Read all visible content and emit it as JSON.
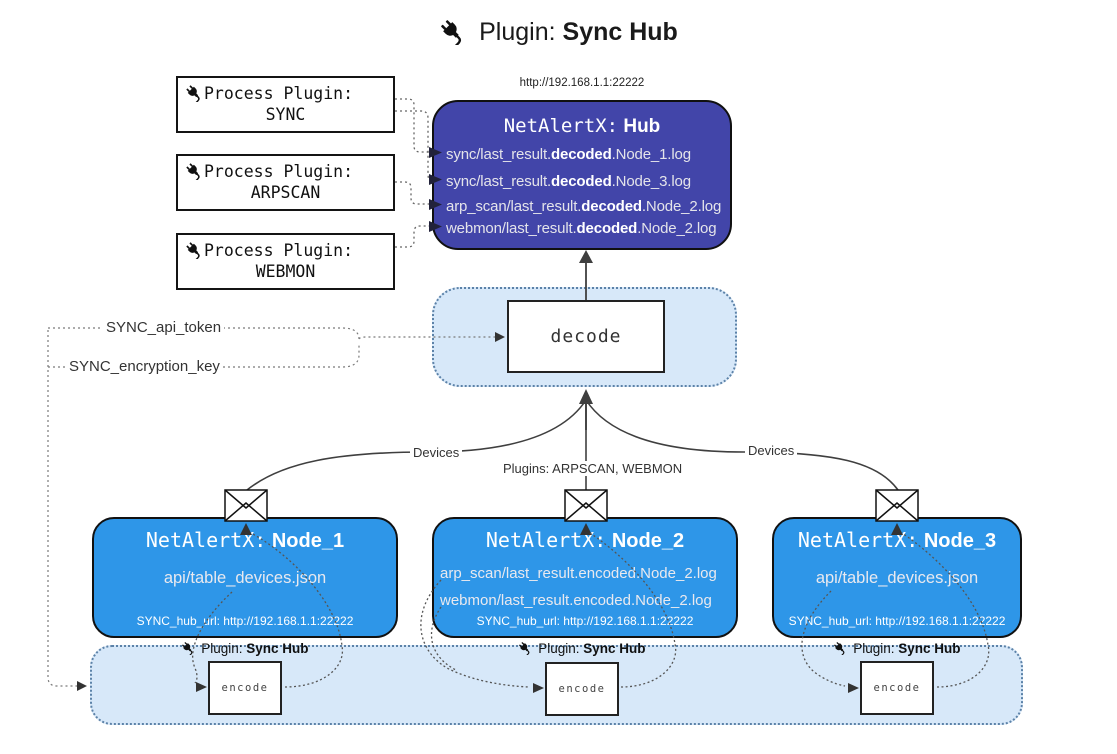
{
  "title": {
    "label": "Plugin:",
    "name": "Sync Hub"
  },
  "hub": {
    "url": "http://192.168.1.1:22222",
    "title_label": "NetAlertX:",
    "title_name": "Hub",
    "files": [
      {
        "pre": "sync/last_result.",
        "bold": "decoded",
        "post": ".Node_1.log"
      },
      {
        "pre": "sync/last_result.",
        "bold": "decoded",
        "post": ".Node_3.log"
      },
      {
        "pre": "arp_scan/last_result.",
        "bold": "decoded",
        "post": ".Node_2.log"
      },
      {
        "pre": "webmon/last_result.",
        "bold": "decoded",
        "post": ".Node_2.log"
      }
    ]
  },
  "process_plugins": [
    {
      "label": "Process Plugin:",
      "name": "SYNC"
    },
    {
      "label": "Process Plugin:",
      "name": "ARPSCAN"
    },
    {
      "label": "Process Plugin:",
      "name": "WEBMON"
    }
  ],
  "decode_box": {
    "label": "decode"
  },
  "settings": {
    "api_token": "SYNC_api_token",
    "encryption_key": "SYNC_encryption_key"
  },
  "edge_labels": {
    "devices_left": "Devices",
    "plugins_mid": "Plugins: ARPSCAN, WEBMON",
    "devices_right": "Devices"
  },
  "nodes": [
    {
      "title_label": "NetAlertX:",
      "title_name": "Node_1",
      "files": [
        "api/table_devices.json"
      ],
      "hub_url": "SYNC_hub_url: http://192.168.1.1:22222"
    },
    {
      "title_label": "NetAlertX:",
      "title_name": "Node_2",
      "files": [
        "arp_scan/last_result.encoded.Node_2.log",
        "webmon/last_result.encoded.Node_2.log"
      ],
      "hub_url": "SYNC_hub_url: http://192.168.1.1:22222"
    },
    {
      "title_label": "NetAlertX:",
      "title_name": "Node_3",
      "files": [
        "api/table_devices.json"
      ],
      "hub_url": "SYNC_hub_url: http://192.168.1.1:22222"
    }
  ],
  "encoders": [
    {
      "plugin_label": "Plugin:",
      "plugin_name": "Sync Hub",
      "box_label": "encode"
    },
    {
      "plugin_label": "Plugin:",
      "plugin_name": "Sync Hub",
      "box_label": "encode"
    },
    {
      "plugin_label": "Plugin:",
      "plugin_name": "Sync Hub",
      "box_label": "encode"
    }
  ],
  "colors": {
    "hub_fill": "#4245a9",
    "node_fill": "#2e96e8",
    "group_fill": "#d7e8f9",
    "group_border": "#5c82a8"
  }
}
